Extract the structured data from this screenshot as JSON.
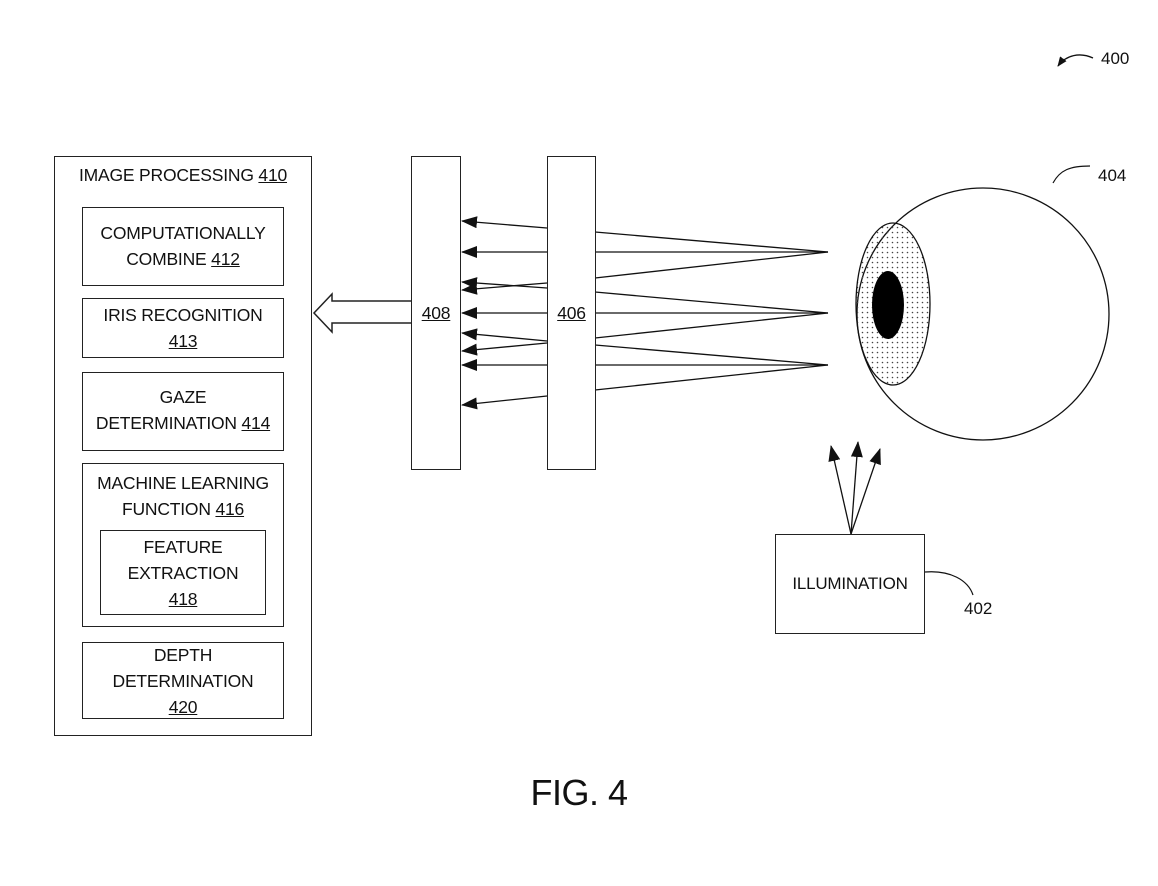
{
  "figure": {
    "caption": "FIG. 4",
    "reference": "400"
  },
  "image_processing": {
    "title": "IMAGE PROCESSING",
    "ref": "410",
    "modules": [
      {
        "lines": [
          "COMPUTATIONALLY",
          "COMBINE"
        ],
        "ref": "412"
      },
      {
        "lines": [
          "IRIS RECOGNITION"
        ],
        "ref": "413"
      },
      {
        "lines": [
          "GAZE",
          "DETERMINATION"
        ],
        "ref": "414"
      },
      {
        "lines": [
          "MACHINE LEARNING",
          "FUNCTION"
        ],
        "ref": "416",
        "child": {
          "lines": [
            "FEATURE",
            "EXTRACTION"
          ],
          "ref": "418"
        }
      },
      {
        "lines": [
          "DEPTH",
          "DETERMINATION"
        ],
        "ref": "420"
      }
    ]
  },
  "sensor": {
    "ref": "408"
  },
  "optics": {
    "ref": "406"
  },
  "eye": {
    "ref": "404"
  },
  "illumination": {
    "label": "ILLUMINATION",
    "ref": "402"
  }
}
